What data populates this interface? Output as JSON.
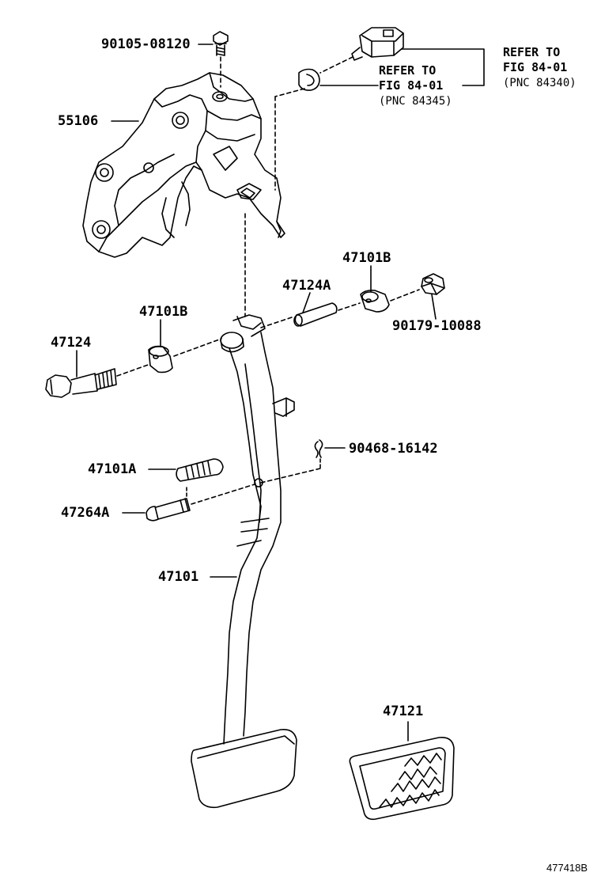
{
  "labels": {
    "bolt_top": "90105-08120",
    "bracket": "55106",
    "refer1_line1": "REFER TO",
    "refer1_line2": "FIG 84-01",
    "refer1_pnc": "(PNC 84345)",
    "refer2_line1": "REFER TO",
    "refer2_line2": "FIG 84-01",
    "refer2_pnc": "(PNC 84340)",
    "bushing_right": "47101B",
    "pin_sleeve": "47124A",
    "nut": "90179-10088",
    "bushing_left": "47101B",
    "pivot_bolt": "47124",
    "clip": "90468-16142",
    "pin_a": "47101A",
    "pin_b": "47264A",
    "pedal_arm": "47101",
    "pedal_pad": "47121"
  },
  "figure_id": "477418B"
}
